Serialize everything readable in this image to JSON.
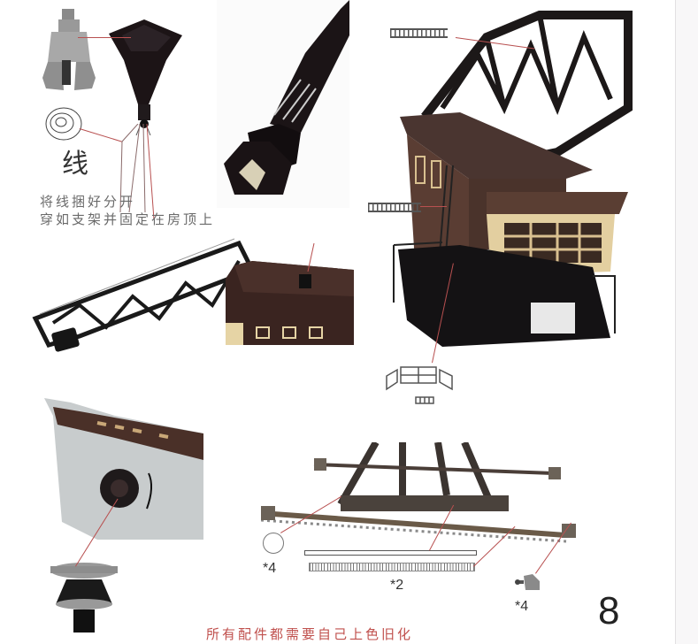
{
  "page": {
    "page_number": "8",
    "footer_note": "所有配件都需要自己上色旧化",
    "accent_color": "#c0504d"
  },
  "top_left_panel": {
    "thread_label": "线",
    "instruction_line1": "将线捆好分开",
    "instruction_line2": "穿如支架并固定在房顶上",
    "parts": [
      "grab-bucket-render",
      "grab-bucket-assembled",
      "thread-coil"
    ]
  },
  "top_right_panel": {
    "parts": [
      "ladder-long",
      "ladder-short",
      "railing-platform",
      "ladder-small"
    ]
  },
  "bottom_left_panel": {
    "parts": [
      "pivot-disc"
    ]
  },
  "bottom_right_panel": {
    "parts": [
      {
        "name": "wheel-disc",
        "quantity": "*4"
      },
      {
        "name": "rail-and-ties",
        "quantity": "*2"
      },
      {
        "name": "buffer-stop",
        "quantity": "*4"
      }
    ]
  }
}
